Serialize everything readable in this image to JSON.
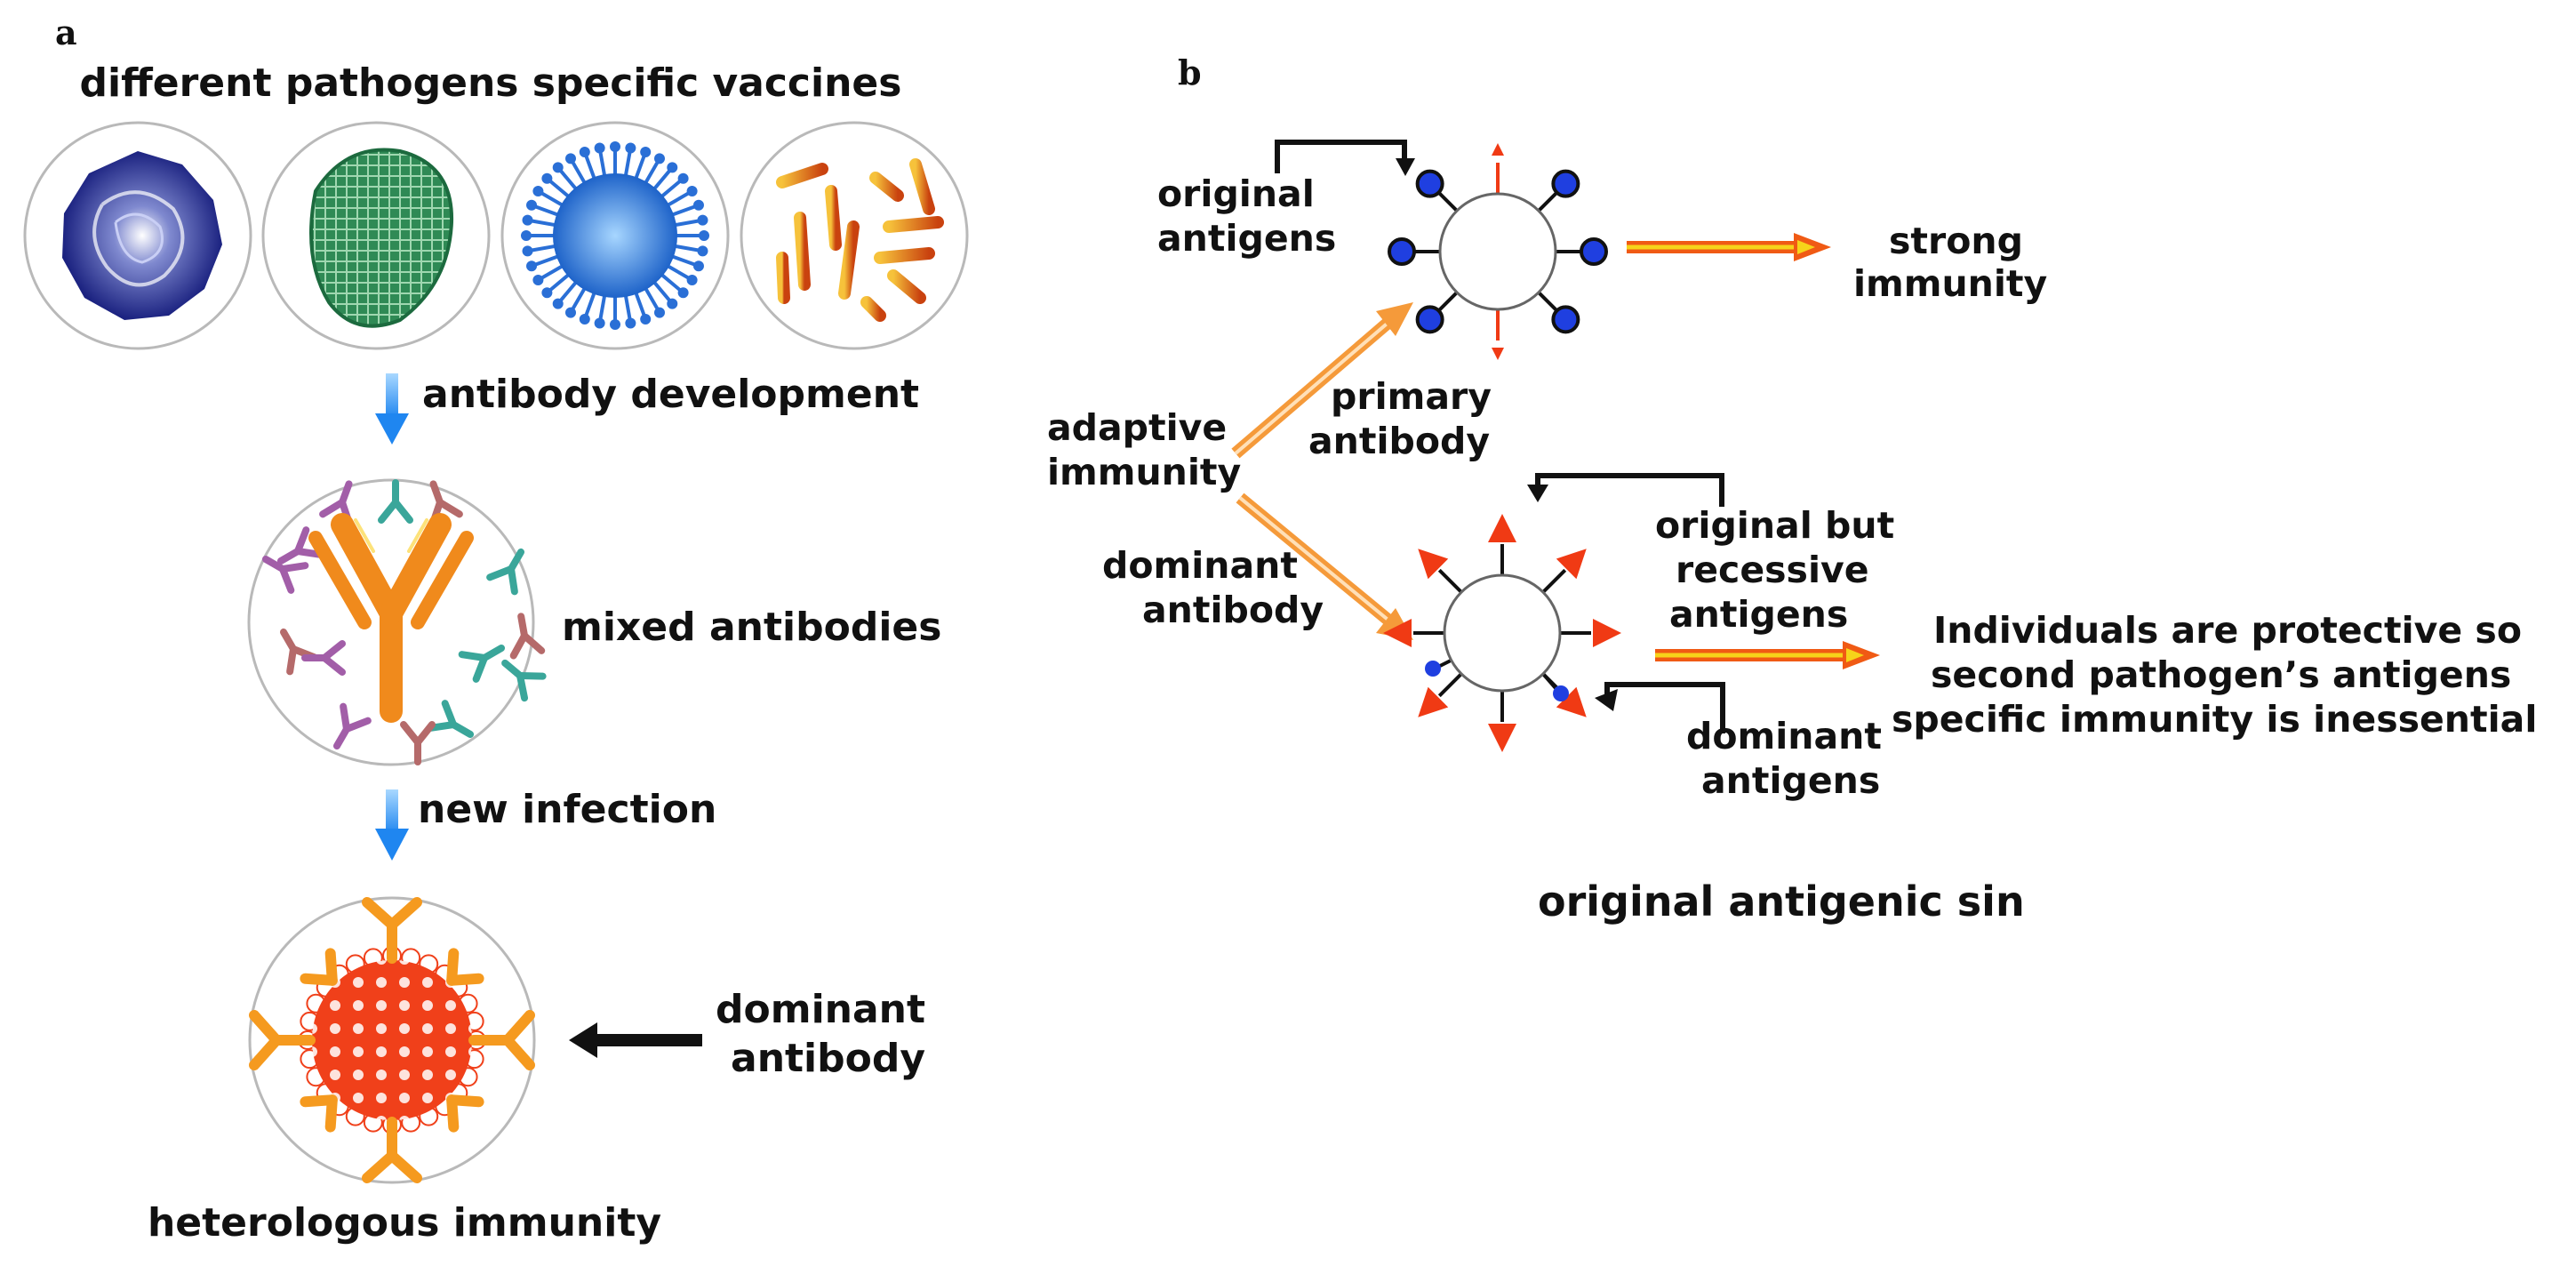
{
  "panel_a": {
    "letter": "a",
    "title": "different pathogens specific vaccines",
    "step1_label": "antibody development",
    "mixed_label": "mixed antibodies",
    "step2_label": "new infection",
    "dominant_label_line1": "dominant",
    "dominant_label_line2": "antibody",
    "bottom_label": "heterologous immunity"
  },
  "panel_b": {
    "letter": "b",
    "original_antigens_line1": "original",
    "original_antigens_line2": "antigens",
    "strong_immunity_line1": "strong",
    "strong_immunity_line2": "immunity",
    "adaptive_immunity_line1": "adaptive",
    "adaptive_immunity_line2": "immunity",
    "primary_antibody_line1": "primary",
    "primary_antibody_line2": "antibody",
    "dominant_antibody_line1": "dominant",
    "dominant_antibody_line2": "antibody",
    "recessive_line1": "original but",
    "recessive_line2": "recessive",
    "recessive_line3": "antigens",
    "dominant_antigens_line1": "dominant",
    "dominant_antigens_line2": "antigens",
    "conclusion_line1": "Individuals are protective so",
    "conclusion_line2": "second pathogen’s antigens",
    "conclusion_line3": "specific immunity is inessential",
    "caption": "original antigenic sin"
  },
  "colors": {
    "antigen_blue": "#1f3fe0",
    "antigen_red": "#f03a14",
    "orange": "#f5a35a",
    "arrow_yellow": "#f6d31a",
    "flow_blue": "#2b8ff0",
    "ring": "#b9b9b9"
  }
}
